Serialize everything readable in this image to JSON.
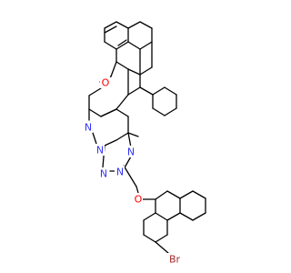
{
  "colors": {
    "bond": "#000000",
    "carbon": "#000000",
    "nitrogen": "#3333ff",
    "oxygen": "#ff0000",
    "bromine": "#a52a2a"
  },
  "atom_labels": {
    "ring_oxygen": "O",
    "ether_oxygen": "O",
    "n_pyrimidine_left": "N",
    "n_pyrimidine_bottom": "N",
    "n_triazole_left": "N",
    "n_triazole_right": "N",
    "n_triazole_top": "N",
    "bromine": "Br"
  }
}
